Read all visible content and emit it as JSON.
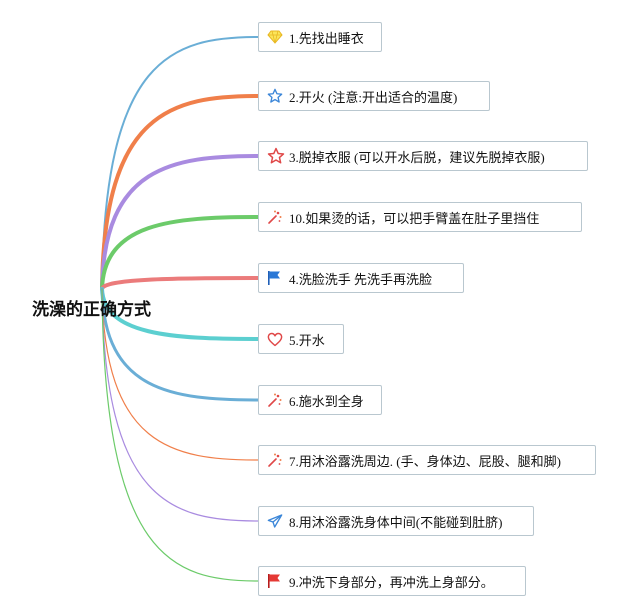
{
  "root": {
    "label": "洗澡的正确方式"
  },
  "nodes": [
    {
      "label": "1.先找出睡衣",
      "icon": "diamond-icon",
      "color": "#6aaed6"
    },
    {
      "label": "2.开火 (注意:开出适合的温度)",
      "icon": "star-outline-blue-icon",
      "color": "#f07f4a"
    },
    {
      "label": "3.脱掉衣服 (可以开水后脱，建议先脱掉衣服)",
      "icon": "star-outline-red-icon",
      "color": "#a98be0"
    },
    {
      "label": "10.如果烫的话，可以把手臂盖在肚子里挡住",
      "icon": "sparkle-icon",
      "color": "#6ccb6a"
    },
    {
      "label": "4.洗脸洗手 先洗手再洗脸",
      "icon": "blue-flag-icon",
      "color": "#eb7b7b"
    },
    {
      "label": "5.开水",
      "icon": "heart-outline-icon",
      "color": "#5ccfd0"
    },
    {
      "label": "6.施水到全身",
      "icon": "sparkle-icon",
      "color": "#6aaed6"
    },
    {
      "label": "7.用沐浴露洗周边. (手、身体边、屁股、腿和脚)",
      "icon": "sparkle-icon",
      "color": "#f07f4a"
    },
    {
      "label": "8.用沐浴露洗身体中间(不能碰到肚脐)",
      "icon": "paper-plane-icon",
      "color": "#a98be0"
    },
    {
      "label": "9.冲洗下身部分，再冲洗上身部分。",
      "icon": "red-flag-icon",
      "color": "#6ccb6a"
    }
  ]
}
